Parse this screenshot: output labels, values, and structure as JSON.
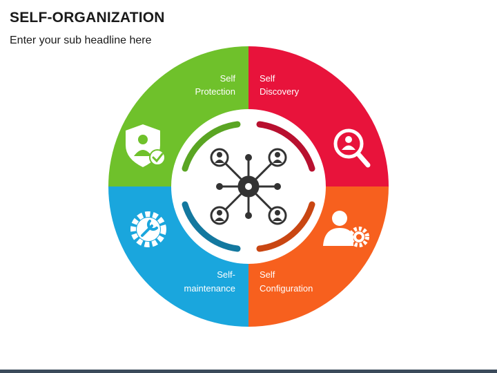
{
  "header": {
    "title": "SELF-ORGANIZATION",
    "subtitle": "Enter your sub headline here"
  },
  "quadrants": [
    {
      "key": "protection",
      "line1": "Self",
      "line2": "Protection",
      "color": "#6fc12b",
      "arc_color": "#5aa523",
      "icon": "shield-user-check-icon"
    },
    {
      "key": "discovery",
      "line1": "Self",
      "line2": "Discovery",
      "color": "#e8133b",
      "arc_color": "#b8102f",
      "icon": "magnify-user-icon"
    },
    {
      "key": "configuration",
      "line1": "Self",
      "line2": "Configuration",
      "color": "#f7601e",
      "arc_color": "#c94612",
      "icon": "user-gear-icon"
    },
    {
      "key": "maintenance",
      "line1": "Self-",
      "line2": "maintenance",
      "color": "#1aa6dd",
      "arc_color": "#13789f",
      "icon": "gear-wrench-icon"
    }
  ],
  "center": {
    "icon": "network-hub-users-icon"
  }
}
